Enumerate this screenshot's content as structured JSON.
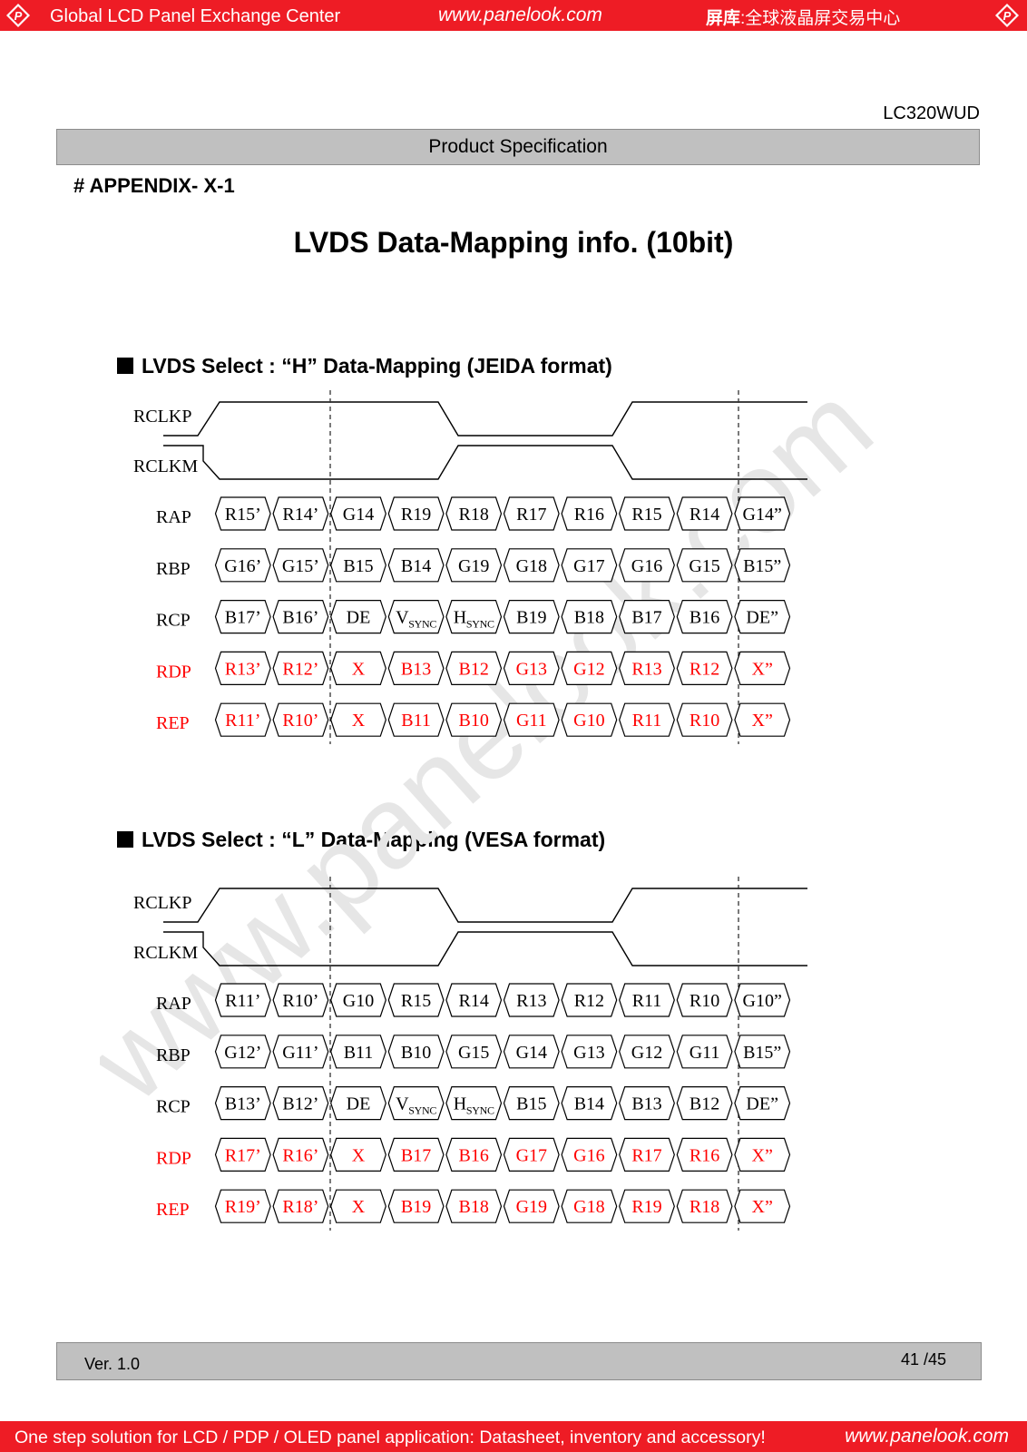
{
  "header": {
    "left_text": "Global LCD Panel Exchange Center",
    "center_text": "www.panelook.com",
    "right_bold": "屏库",
    "right_text": ":全球液晶屏交易中心",
    "logo_letter": "P"
  },
  "model": "LC320WUD",
  "spec_title": "Product Specification",
  "appendix": "# APPENDIX- X-1",
  "main_title": "LVDS Data-Mapping info. (10bit)",
  "watermark": "www.panelook.com",
  "colors": {
    "red_bar": "#ee1c25",
    "red_text": "#ff0000",
    "gray_bar": "#c0c0c0"
  },
  "clock_labels": [
    "RCLKP",
    "RCLKM"
  ],
  "sections": [
    {
      "title": "LVDS Select : “H” Data-Mapping (JEIDA format)",
      "rows": [
        {
          "label": "RAP",
          "red": false,
          "cells": [
            "R15’",
            "R14’",
            "G14",
            "R19",
            "R18",
            "R17",
            "R16",
            "R15",
            "R14",
            "G14”"
          ]
        },
        {
          "label": "RBP",
          "red": false,
          "cells": [
            "G16’",
            "G15’",
            "B15",
            "B14",
            "G19",
            "G18",
            "G17",
            "G16",
            "G15",
            "B15”"
          ]
        },
        {
          "label": "RCP",
          "red": false,
          "cells": [
            "B17’",
            "B16’",
            "DE",
            "V|SYNC",
            "H|SYNC",
            "B19",
            "B18",
            "B17",
            "B16",
            "DE”"
          ]
        },
        {
          "label": "RDP",
          "red": true,
          "cells": [
            "R13’",
            "R12’",
            "X",
            "B13",
            "B12",
            "G13",
            "G12",
            "R13",
            "R12",
            "X”"
          ]
        },
        {
          "label": "REP",
          "red": true,
          "cells": [
            "R11’",
            "R10’",
            "X",
            "B11",
            "B10",
            "G11",
            "G10",
            "R11",
            "R10",
            "X”"
          ]
        }
      ]
    },
    {
      "title": "LVDS Select : “L” Data-Mapping (VESA format)",
      "rows": [
        {
          "label": "RAP",
          "red": false,
          "cells": [
            "R11’",
            "R10’",
            "G10",
            "R15",
            "R14",
            "R13",
            "R12",
            "R11",
            "R10",
            "G10”"
          ]
        },
        {
          "label": "RBP",
          "red": false,
          "cells": [
            "G12’",
            "G11’",
            "B11",
            "B10",
            "G15",
            "G14",
            "G13",
            "G12",
            "G11",
            "B15”"
          ]
        },
        {
          "label": "RCP",
          "red": false,
          "cells": [
            "B13’",
            "B12’",
            "DE",
            "V|SYNC",
            "H|SYNC",
            "B15",
            "B14",
            "B13",
            "B12",
            "DE”"
          ]
        },
        {
          "label": "RDP",
          "red": true,
          "cells": [
            "R17’",
            "R16’",
            "X",
            "B17",
            "B16",
            "G17",
            "G16",
            "R17",
            "R16",
            "X”"
          ]
        },
        {
          "label": "REP",
          "red": true,
          "cells": [
            "R19’",
            "R18’",
            "X",
            "B19",
            "B18",
            "G19",
            "G18",
            "R19",
            "R18",
            "X”"
          ]
        }
      ]
    }
  ],
  "footer": {
    "version": "Ver. 1.0",
    "page": "41 /45"
  },
  "bottom_bar": {
    "left_text": "One step solution for LCD / PDP / OLED panel application: Datasheet, inventory and accessory!",
    "right_text": "www.panelook.com"
  }
}
